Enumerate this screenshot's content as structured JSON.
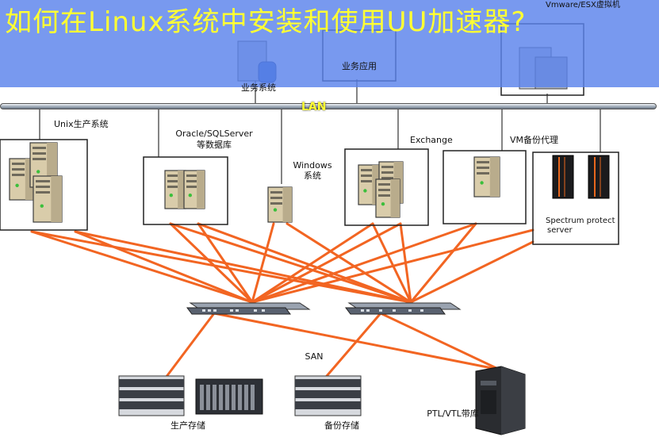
{
  "title": "如何在Linux系统中安装和使用UU加速器?",
  "labels": {
    "biz_system": "业务系统",
    "biz_app": "业务应用",
    "vm_host": "Vmware/ESX虚拟机",
    "lan": "LAN",
    "unix": "Unix生产系统",
    "oracle": "Oracle/SQLServer",
    "oracle_sub": "等数据库",
    "windows": "Windows",
    "windows_sub": "系统",
    "exchange": "Exchange",
    "vm_proxy": "VM备份代理",
    "spectrum_1": "Spectrum protect",
    "spectrum_2": "server",
    "san": "SAN",
    "prod_storage": "生产存储",
    "backup_storage": "备份存储",
    "ptl": "PTL/VTL带库"
  },
  "colors": {
    "banner": "#5a82eb",
    "title_text": "#ffff33",
    "san_link": "#f26522"
  }
}
